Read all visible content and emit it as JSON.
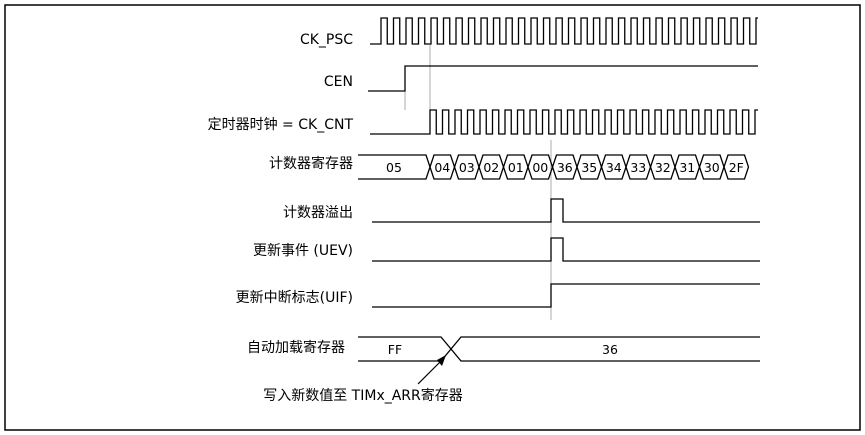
{
  "signals": {
    "ck_psc": "CK_PSC",
    "cen": "CEN",
    "ck_cnt": "定时器时钟 = CK_CNT",
    "counter_register": "计数器寄存器",
    "counter_overflow": "计数器溢出",
    "update_event": "更新事件 (UEV)",
    "update_interrupt_flag": "更新中断标志(UIF)",
    "auto_reload_register": "自动加载寄存器"
  },
  "counter_values": [
    "05",
    "04",
    "03",
    "02",
    "01",
    "00",
    "36",
    "35",
    "34",
    "33",
    "32",
    "31",
    "30",
    "2F"
  ],
  "reload_values": [
    "FF",
    "36"
  ],
  "annotation": "写入新数值至 TIMx_ARR寄存器"
}
